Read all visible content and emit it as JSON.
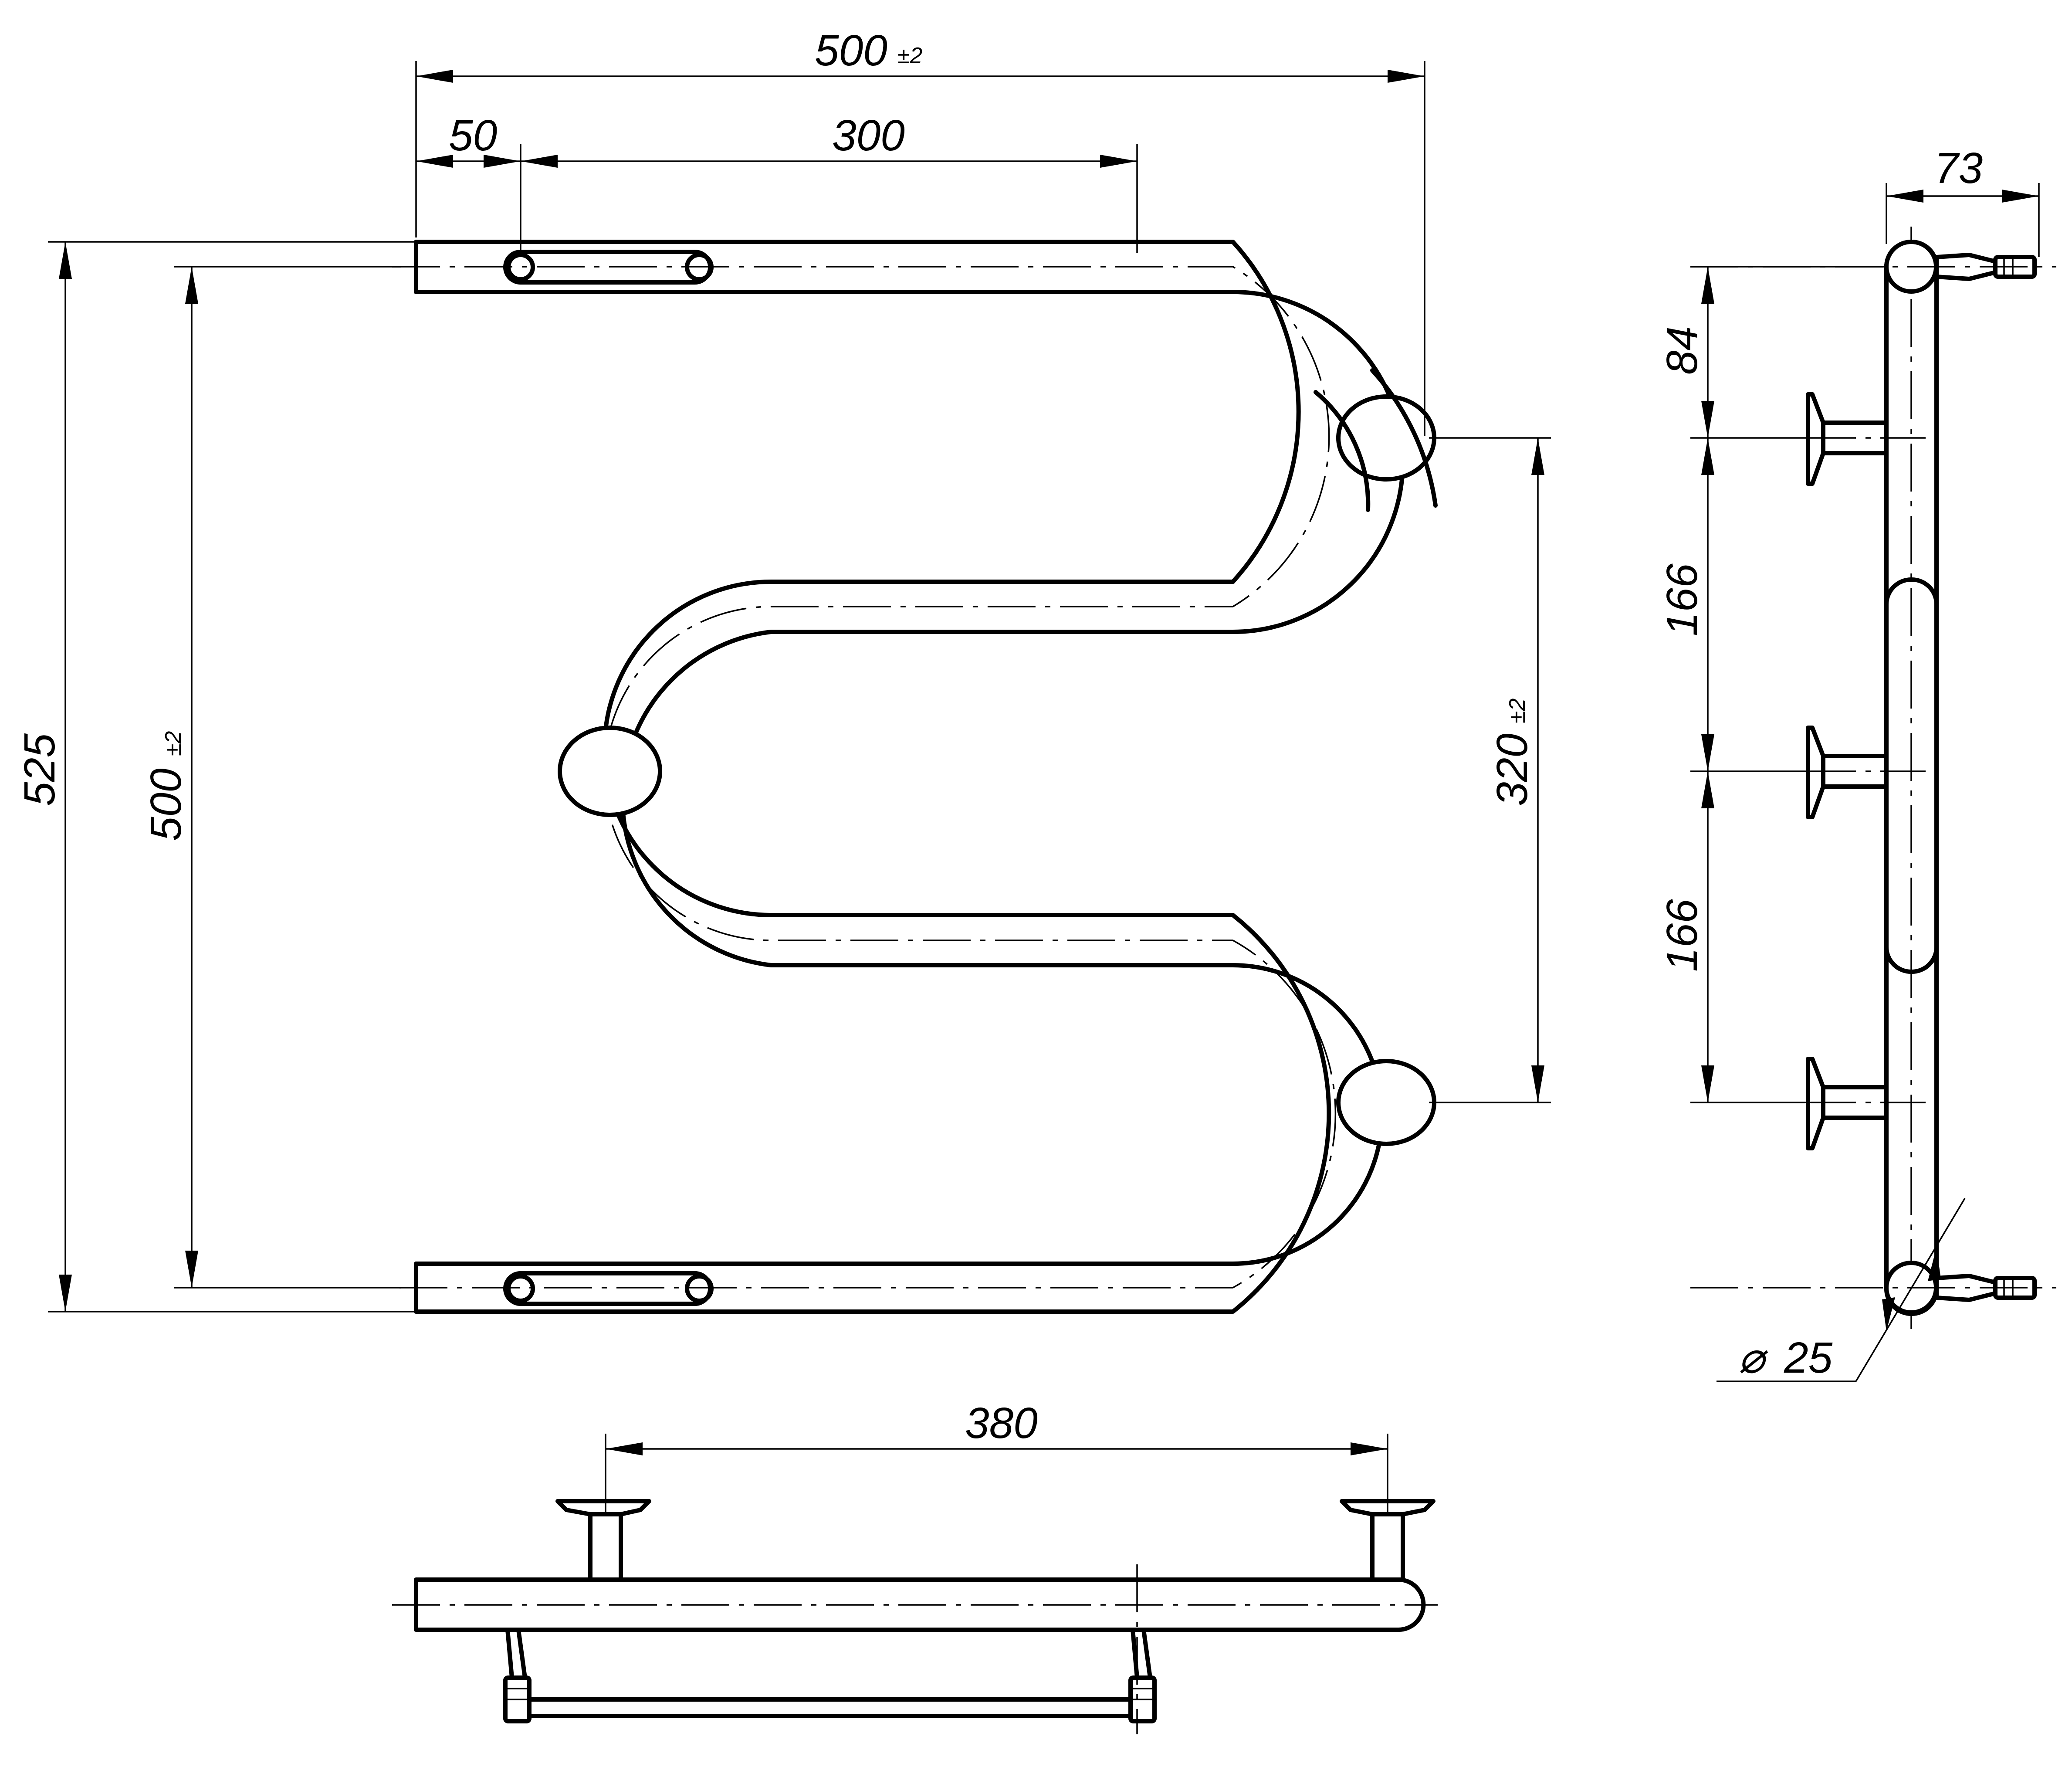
{
  "dimensions": {
    "overall_width": {
      "value": "500",
      "tol": "±2"
    },
    "first_offset": "50",
    "hole_spacing": "300",
    "overall_height": "525",
    "center_height": {
      "value": "500",
      "tol": "±2"
    },
    "bracket_spacing": {
      "value": "320",
      "tol": "±2"
    },
    "bottom_span": "380",
    "depth": "73",
    "gap_top": "84",
    "gap_mid": "166",
    "gap_low": "166",
    "pipe_diameter": "25",
    "diameter_symbol": "⌀"
  }
}
